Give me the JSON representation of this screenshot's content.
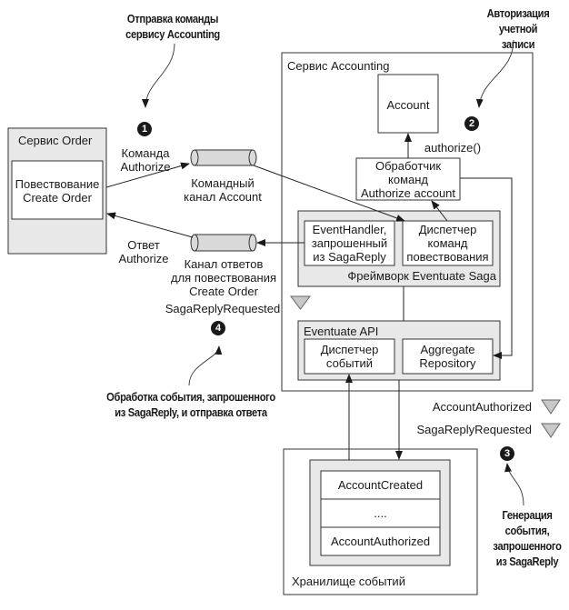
{
  "annotations": {
    "a1": "Отправка команды\nсервису Accounting",
    "a2": "Авторизация\nучетной записи",
    "a3": "Генерация\nсобытия,\nзапрошенного\nиз SagaReply",
    "a4": "Обработка события, запрошенного\nиз SagaReply, и отправка ответа"
  },
  "badges": [
    "1",
    "2",
    "3",
    "4"
  ],
  "order_service": {
    "title": "Сервис Order",
    "saga": "Повествование\nCreate Order"
  },
  "channels": {
    "command_label": "Команда\nAuthorize",
    "command_channel": "Командный\nканал Account",
    "reply_label": "Ответ\nAuthorize",
    "reply_channel": "Канал ответов\nдля повествования\nCreate Order",
    "saga_reply_requested": "SagaReplyRequested"
  },
  "accounting_service": {
    "title": "Сервис Accounting",
    "account": "Account",
    "authorize_call": "authorize()",
    "command_handler": "Обработчик\nкоманд\nAuthorize account",
    "saga_framework": {
      "title": "Фреймворк Eventuate Saga",
      "event_handler": "EventHandler,\nзапрошенный\nиз SagaReply",
      "command_dispatcher": "Диспетчер\nкоманд\nповествования"
    },
    "eventuate_api": {
      "title": "Eventuate API",
      "event_dispatcher": "Диспетчер\nсобытий",
      "aggregate_repository": "Aggregate\nRepository"
    }
  },
  "events": {
    "account_authorized": "AccountAuthorized",
    "saga_reply_requested": "SagaReplyRequested"
  },
  "event_store": {
    "title": "Хранилище событий",
    "rows": [
      "AccountCreated",
      "....",
      "AccountAuthorized"
    ]
  },
  "colors": {
    "line": "#2a2a2a",
    "gray_fill": "#e6e6e6",
    "cylinder_fill": "#d9d9d9",
    "event_triangle": "#c8c8c8",
    "badge": "#1a1a1a"
  }
}
